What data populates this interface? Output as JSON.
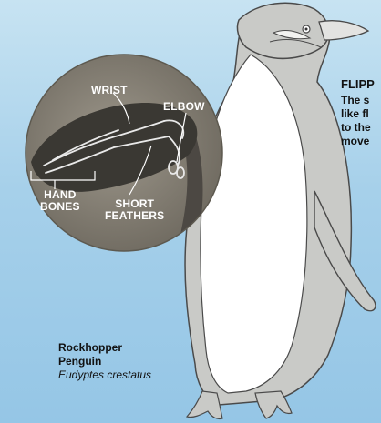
{
  "labels": {
    "wrist": "WRIST",
    "elbow": "ELBOW",
    "hand_bones_1": "HAND",
    "hand_bones_2": "BONES",
    "short_feathers_1": "SHORT",
    "short_feathers_2": "FEATHERS"
  },
  "side_text": {
    "title": "FLIPP",
    "lines": [
      "The s",
      "like fl",
      "to the",
      "move"
    ]
  },
  "caption": {
    "common_line1": "Rockhopper",
    "common_line2": "Penguin",
    "scientific": "Eudyptes crestatus"
  },
  "colors": {
    "background": "#a6d0ea",
    "penguin_gray": "#c9cac7",
    "penguin_outline": "#4a4a4a",
    "belly": "#ffffff",
    "inset_bg": "#8a857a",
    "bone": "#e9e9e9"
  }
}
